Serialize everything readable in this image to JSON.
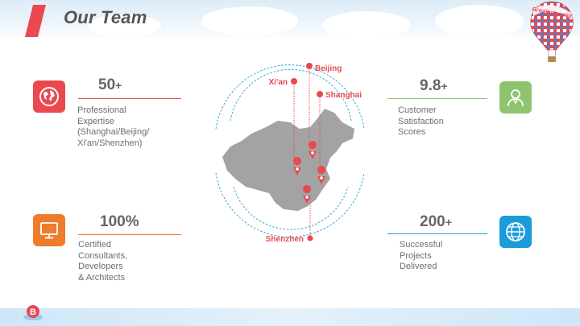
{
  "header": {
    "title": "Our Team",
    "logo_text": "Breakingpoint"
  },
  "stats": [
    {
      "id": "expertise",
      "value": "50",
      "suffix": "+",
      "desc": "Professional Expertise\n(Shanghai/Beijing/\nXi'an/Shenzhen)",
      "color": "#e9494f",
      "icon": "globe-map-icon"
    },
    {
      "id": "satisfaction",
      "value": "9.8",
      "suffix": "+",
      "desc": "Customer\nSatisfaction Scores",
      "color": "#8fc46f",
      "icon": "person-icon"
    },
    {
      "id": "consultants",
      "value": "100",
      "suffix": "%",
      "desc": "Certified Consultants,\nDevelopers & Architects",
      "color": "#ee7c2c",
      "icon": "monitor-icon"
    },
    {
      "id": "projects",
      "value": "200",
      "suffix": "+",
      "desc": "Successful Projects\nDelivered",
      "color": "#1b9bd9",
      "icon": "globe-icon"
    }
  ],
  "map": {
    "cities": [
      "Beijing",
      "Xi'an",
      "Shanghai",
      "Shenzhen"
    ],
    "accent": "#e9494f",
    "ring_color": "#1b9bd9",
    "land_color": "#a3a3a3"
  },
  "footer": {
    "badge_letter": "B"
  }
}
